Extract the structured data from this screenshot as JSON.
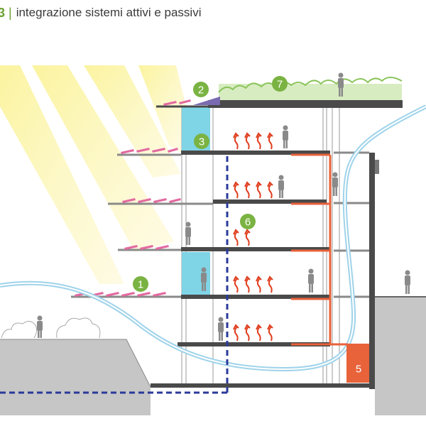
{
  "header": {
    "figure_number": "3",
    "separator": "|",
    "title": "integrazione sistemi attivi e passivi"
  },
  "markers": [
    {
      "label": "1",
      "color": "#7ab342"
    },
    {
      "label": "2",
      "color": "#7ab342"
    },
    {
      "label": "3",
      "color": "#7ab342"
    },
    {
      "label": "5",
      "color": "#e8623a"
    },
    {
      "label": "6",
      "color": "#7ab342"
    },
    {
      "label": "7",
      "color": "#7ab342"
    }
  ],
  "colors": {
    "accent_green": "#6aa032",
    "sun_yellow": "#fbf3a0",
    "slab_gray": "#4a4a4a",
    "ground_gray": "#c8c8c8",
    "water_blue": "#2a3a9a",
    "hot_pipe": "#e8623a",
    "glass_cyan": "#7fd4e6",
    "geothermal_loop": "#9fd3ea",
    "heat_arrow": "#e03c1c",
    "solar_panel": "#e36aa0"
  },
  "icons": [
    "sun-rays",
    "solar-panel",
    "green-roof",
    "person-figure",
    "heat-arrow",
    "geothermal-loop",
    "water-pipe"
  ]
}
